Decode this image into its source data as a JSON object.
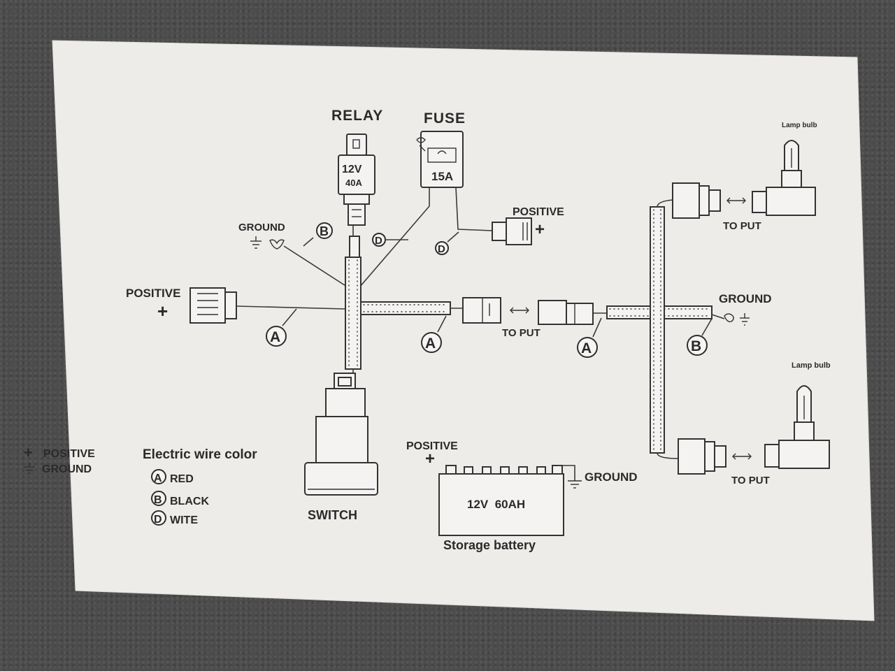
{
  "relay": {
    "title": "RELAY",
    "voltage": "12V",
    "current": "40A"
  },
  "fuse": {
    "title": "FUSE",
    "rating": "15A"
  },
  "labels": {
    "ground_b_left": "GROUND",
    "positive_fuse": "POSITIVE",
    "positive_left": "POSITIVE",
    "positive_left_symbol": "+",
    "positive_fuse_symbol": "+",
    "to_put_center": "TO PUT",
    "to_put_top_lamp": "TO PUT",
    "to_put_bottom_lamp": "TO PUT",
    "ground_right": "GROUND",
    "lamp_bulb_top": "Lamp bulb",
    "lamp_bulb_bottom": "Lamp bulb",
    "switch": "SWITCH",
    "positive_battery": "POSITIVE",
    "positive_battery_symbol": "+",
    "ground_battery": "GROUND"
  },
  "wire_markers": {
    "b_ground": "B",
    "d_relay": "D",
    "d_fuse": "D",
    "a_left": "A",
    "a_center": "A",
    "a_right": "A",
    "b_right": "B"
  },
  "battery": {
    "spec": "12V  60AH",
    "name": "Storage battery"
  },
  "symbol_legend": {
    "positive_symbol": "+",
    "positive": "POSITIVE",
    "ground": "GROUND"
  },
  "wire_color_legend": {
    "title": "Electric wire color",
    "items": [
      {
        "letter": "A",
        "color": "RED"
      },
      {
        "letter": "B",
        "color": "BLACK"
      },
      {
        "letter": "D",
        "color": "WITE"
      }
    ]
  }
}
